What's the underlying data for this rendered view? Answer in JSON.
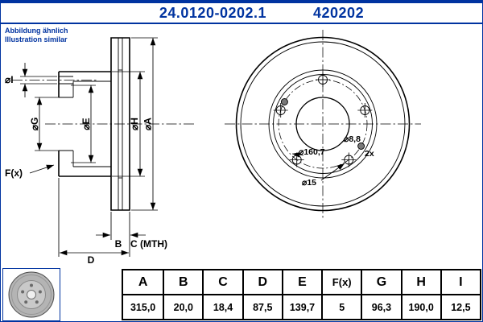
{
  "colors": {
    "brand_blue": "#0033a0",
    "drawing_line": "#000000"
  },
  "header": {
    "part_number": "24.0120-0202.1",
    "type_number": "420202",
    "note_de": "Abbildung ähnlich",
    "note_en": "Illustration similar"
  },
  "drawing": {
    "section_labels": {
      "i": "⌀I",
      "g": "⌀G",
      "e": "⌀E",
      "h": "⌀H",
      "a": "⌀A",
      "f": "F(x)",
      "b": "B",
      "c": "C (MTH)",
      "d": "D"
    },
    "front_labels": {
      "bolt_circle": "⌀160,7",
      "screw_hole": "⌀8,8",
      "screw_count": "2x",
      "stud_hole": "⌀15"
    }
  },
  "table": {
    "columns": [
      {
        "header": "A",
        "value": "315,0"
      },
      {
        "header": "B",
        "value": "20,0"
      },
      {
        "header": "C",
        "value": "18,4"
      },
      {
        "header": "D",
        "value": "87,5"
      },
      {
        "header": "E",
        "value": "139,7"
      },
      {
        "header": "F(x)",
        "value": "5"
      },
      {
        "header": "G",
        "value": "96,3"
      },
      {
        "header": "H",
        "value": "190,0"
      },
      {
        "header": "I",
        "value": "12,5"
      }
    ]
  }
}
